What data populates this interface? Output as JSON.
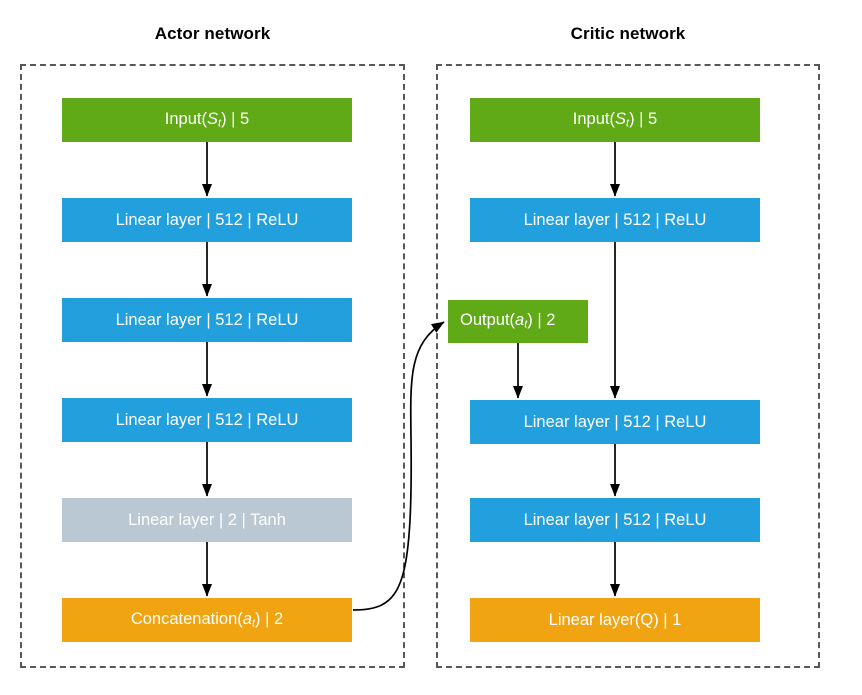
{
  "diagram": {
    "title_actor": "Actor network",
    "title_critic": "Critic network",
    "colors": {
      "input_green": "#5faa16",
      "linear_blue": "#22a0dd",
      "tanh_grey": "#b9c8d3",
      "output_orange": "#f0a411",
      "arrow": "#000000",
      "group_border": "#585858",
      "background": "#ffffff",
      "text_on_node": "#ffffff",
      "title_text": "#000000"
    }
  },
  "actor": {
    "title": "Actor network",
    "nodes": [
      {
        "id": "a-input",
        "type": "input",
        "color": "#5faa16",
        "text": "Input(S_t) | 5",
        "prefix": "Input(",
        "var": "S",
        "sub": "t",
        "suffix": ") | 5"
      },
      {
        "id": "a-l1",
        "type": "linear",
        "color": "#22a0dd",
        "text": "Linear layer | 512 | ReLU",
        "units": "512",
        "activation": "ReLU"
      },
      {
        "id": "a-l2",
        "type": "linear",
        "color": "#22a0dd",
        "text": "Linear layer | 512 | ReLU",
        "units": "512",
        "activation": "ReLU"
      },
      {
        "id": "a-l3",
        "type": "linear",
        "color": "#22a0dd",
        "text": "Linear layer | 512 | ReLU",
        "units": "512",
        "activation": "ReLU"
      },
      {
        "id": "a-tanh",
        "type": "linear",
        "color": "#b9c8d3",
        "text": "Linear layer | 2 | Tanh",
        "units": "2",
        "activation": "Tanh"
      },
      {
        "id": "a-concat",
        "type": "concat",
        "color": "#f0a411",
        "text": "Concatenation(a_t) | 2",
        "prefix": "Concatenation(",
        "var": "a",
        "sub": "t",
        "suffix": ") | 2"
      }
    ]
  },
  "critic": {
    "title": "Critic network",
    "nodes": [
      {
        "id": "c-input",
        "type": "input",
        "color": "#5faa16",
        "text": "Input(S_t) | 5",
        "prefix": "Input(",
        "var": "S",
        "sub": "t",
        "suffix": ") | 5"
      },
      {
        "id": "c-l1",
        "type": "linear",
        "color": "#22a0dd",
        "text": "Linear layer | 512 | ReLU",
        "units": "512",
        "activation": "ReLU"
      },
      {
        "id": "c-out",
        "type": "output",
        "color": "#5faa16",
        "text": "Output(a_t) | 2",
        "prefix": "Output(",
        "var": "a",
        "sub": "t",
        "suffix": ") | 2"
      },
      {
        "id": "c-l2",
        "type": "linear",
        "color": "#22a0dd",
        "text": "Linear layer | 512 | ReLU",
        "units": "512",
        "activation": "ReLU"
      },
      {
        "id": "c-l3",
        "type": "linear",
        "color": "#22a0dd",
        "text": "Linear layer | 512 | ReLU",
        "units": "512",
        "activation": "ReLU"
      },
      {
        "id": "c-q",
        "type": "q",
        "color": "#f0a411",
        "text": "Linear layer(Q) | 1",
        "units": "1"
      }
    ]
  },
  "labels": {
    "linear_512_relu": "Linear layer | 512 | ReLU",
    "linear_2_tanh": "Linear layer | 2 | Tanh",
    "linear_q_1": "Linear layer(Q) | 1",
    "input_prefix": "Input(",
    "input_suffix": ") | 5",
    "output_prefix": "Output(",
    "output_suffix": ") | 2",
    "concat_prefix": "Concatenation(",
    "concat_suffix": ") | 2",
    "state_symbol": "S",
    "action_symbol": "a",
    "time_subscript": "t"
  },
  "edges": [
    {
      "name": "actor-input-to-l1",
      "from": "a-input",
      "to": "a-l1"
    },
    {
      "name": "actor-l1-to-l2",
      "from": "a-l1",
      "to": "a-l2"
    },
    {
      "name": "actor-l2-to-l3",
      "from": "a-l2",
      "to": "a-l3"
    },
    {
      "name": "actor-l3-to-tanh",
      "from": "a-l3",
      "to": "a-tanh"
    },
    {
      "name": "actor-tanh-to-concat",
      "from": "a-tanh",
      "to": "a-concat"
    },
    {
      "name": "concat-to-critic-out",
      "from": "a-concat",
      "to": "c-out",
      "style": "curved"
    },
    {
      "name": "critic-input-to-l1",
      "from": "c-input",
      "to": "c-l1"
    },
    {
      "name": "critic-l1-to-l2",
      "from": "c-l1",
      "to": "c-l2"
    },
    {
      "name": "critic-out-to-l2",
      "from": "c-out",
      "to": "c-l2"
    },
    {
      "name": "critic-l2-to-l3",
      "from": "c-l2",
      "to": "c-l3"
    },
    {
      "name": "critic-l3-to-q",
      "from": "c-l3",
      "to": "c-q"
    }
  ]
}
